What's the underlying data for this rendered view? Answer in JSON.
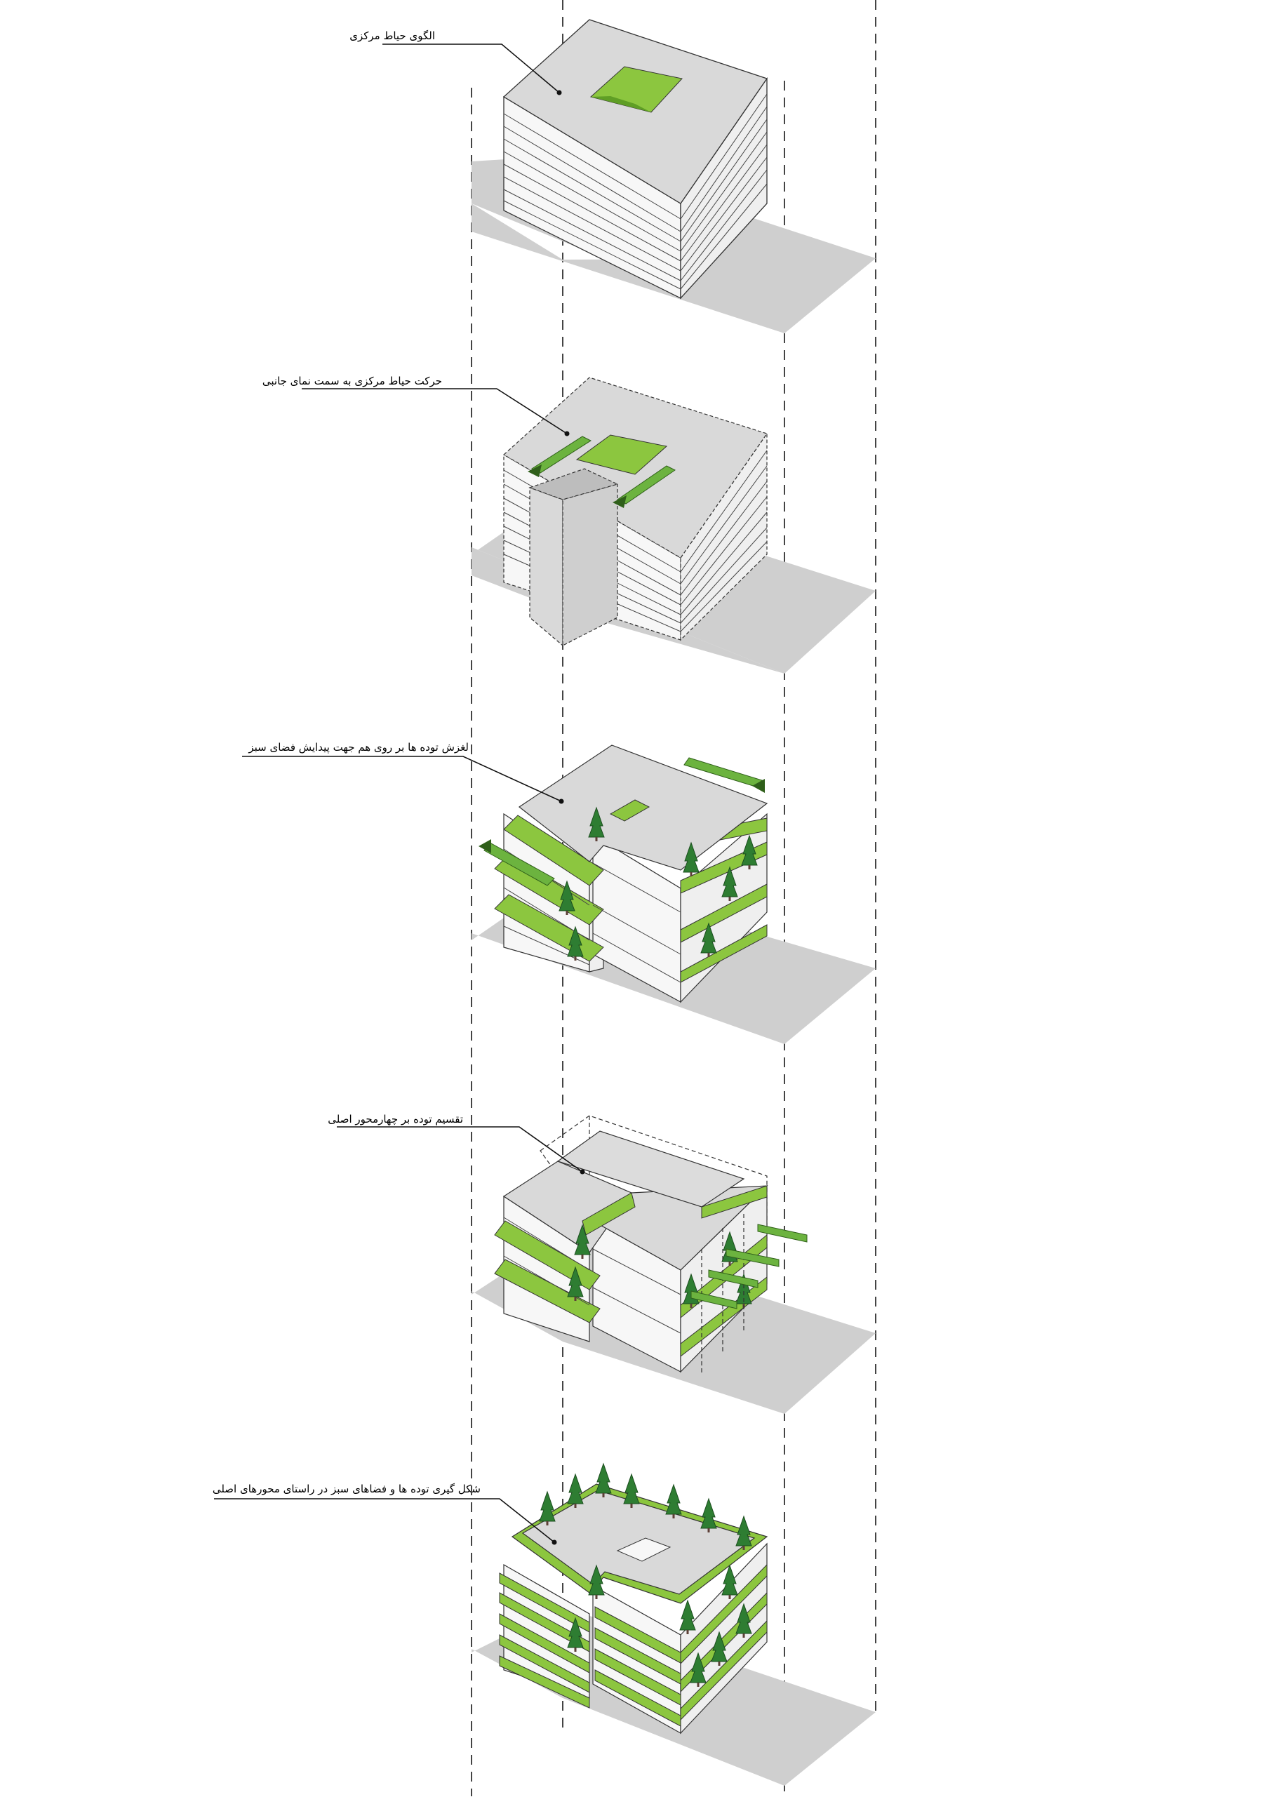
{
  "title": "",
  "colors": {
    "green": "#8cc63f",
    "green_dark": "#5f9e25",
    "green_arrow": "#4a9a2a",
    "roof": "#d9d9d9",
    "wall_light": "#f7f7f7",
    "wall_shade": "#efefef",
    "ground": "#cfcfcf",
    "tree": "#2e7d32",
    "line": "#222222"
  },
  "steps": [
    {
      "id": 1,
      "label": "الگوی حیاط مرکزی"
    },
    {
      "id": 2,
      "label": "حرکت حیاط مرکزی به سمت نمای جانبی"
    },
    {
      "id": 3,
      "label": "لغزش توده ها بر روی هم جهت پیدایش فضای سبز"
    },
    {
      "id": 4,
      "label": "تقسیم توده بر چهارمحور اصلی"
    },
    {
      "id": 5,
      "label": "شکل گیری توده ها و فضاهای سبز در راستای محورهای اصلی"
    }
  ]
}
